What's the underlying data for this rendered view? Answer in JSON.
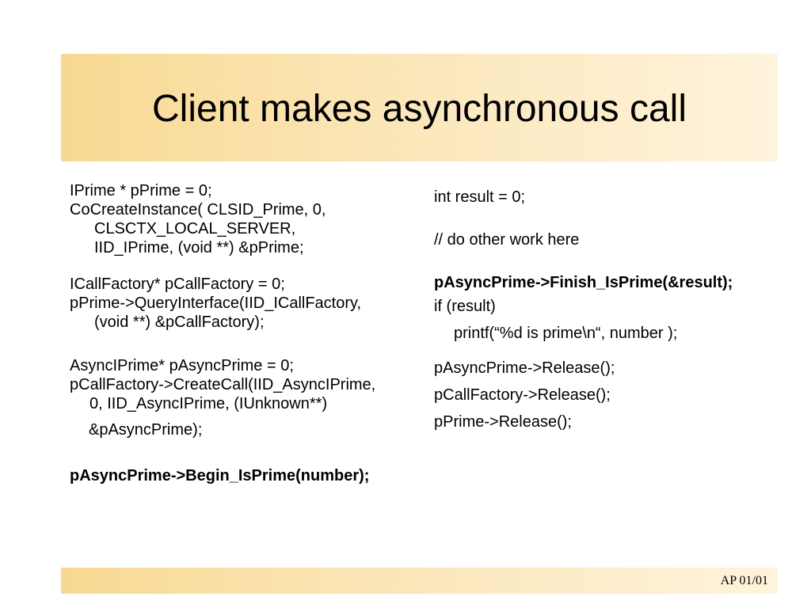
{
  "slide": {
    "title": "Client makes asynchronous call",
    "footer": "AP 01/01",
    "colors": {
      "band_start": "#f8d992",
      "band_end": "#fff3dc",
      "text": "#000000"
    }
  },
  "left": {
    "b1": [
      "IPrime * pPrime = 0;",
      "CoCreateInstance( CLSID_Prime, 0,",
      "CLSCTX_LOCAL_SERVER,",
      "IID_IPrime, (void **) &pPrime;"
    ],
    "b2": [
      "ICallFactory* pCallFactory = 0;",
      "pPrime->QueryInterface(IID_ICallFactory,",
      "(void **) &pCallFactory);"
    ],
    "b3": [
      "AsyncIPrime* pAsyncPrime = 0;",
      "pCallFactory->CreateCall(IID_AsyncIPrime,",
      "0, IID_AsyncIPrime, (IUnknown**)",
      "&pAsyncPrime);"
    ],
    "b4": "pAsyncPrime->Begin_IsPrime(number);"
  },
  "right": {
    "l1": "int result = 0;",
    "l2": "// do other work here",
    "l3": "pAsyncPrime->Finish_IsPrime(&result);",
    "l4": "if (result)",
    "l5": "printf(“%d is prime\\n“, number );",
    "l6": "pAsyncPrime->Release();",
    "l7": "pCallFactory->Release();",
    "l8": "pPrime->Release();"
  }
}
